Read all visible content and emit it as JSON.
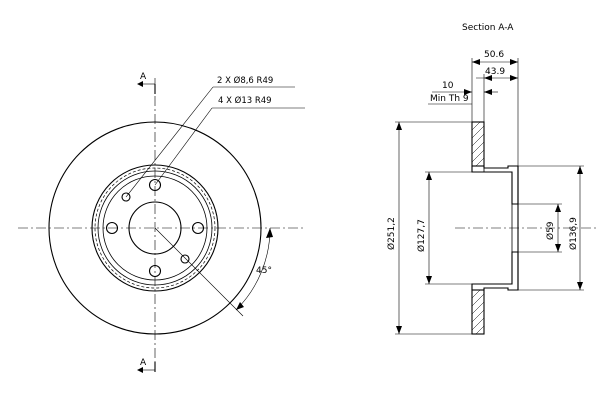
{
  "section_title": "Section A-A",
  "section_mark": "A",
  "callouts": {
    "small_holes": "2 X Ø8,6 R49",
    "bolt_holes": "4 X Ø13 R49",
    "angle": "45°"
  },
  "dimensions": {
    "total_height": "50.6",
    "hat_height": "43.9",
    "thickness": "10",
    "min_thickness": "Min Th 9",
    "outer_diameter": "Ø251,2",
    "hat_diameter": "Ø127,7",
    "center_bore": "Ø59",
    "hub_diameter": "Ø136,9"
  }
}
